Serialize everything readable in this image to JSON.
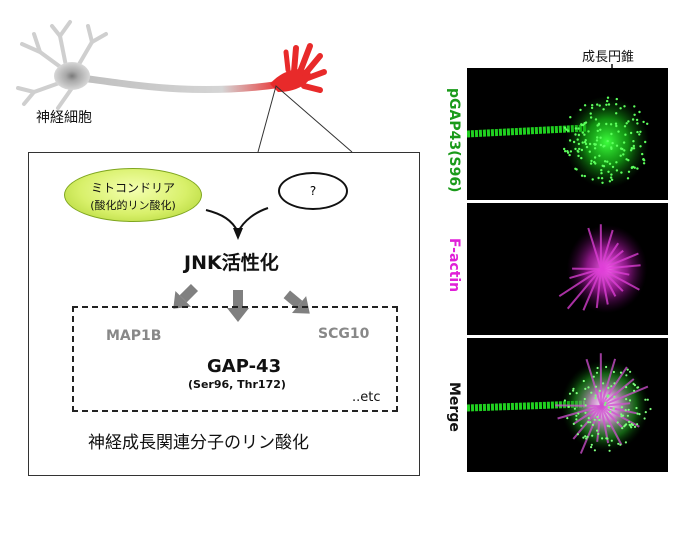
{
  "neuron": {
    "cell_label": "神経細胞"
  },
  "callout": {
    "mito_line1": "ミトコンドリア",
    "mito_line2": "(酸化的リン酸化)",
    "unknown": "?",
    "jnk": "JNK活性化",
    "targets": {
      "left": "MAP1B",
      "right": "SCG10",
      "center": "GAP-43",
      "center_sub": "(Ser96, Thr172)",
      "etc": "..etc"
    },
    "caption": "神経成長関連分子のリン酸化"
  },
  "micrographs": {
    "growth_cone_label": "成長円錐",
    "panels": [
      {
        "label": "pGAP43(S96)",
        "color": "#1a9a1a"
      },
      {
        "label": "F-actin",
        "color": "#e020d8"
      },
      {
        "label": "Merge",
        "color": "#111111"
      }
    ]
  },
  "colors": {
    "arrow": "#808080",
    "neuron_tip": "#e82a2a",
    "neuron_body": "#c8c8c8"
  }
}
